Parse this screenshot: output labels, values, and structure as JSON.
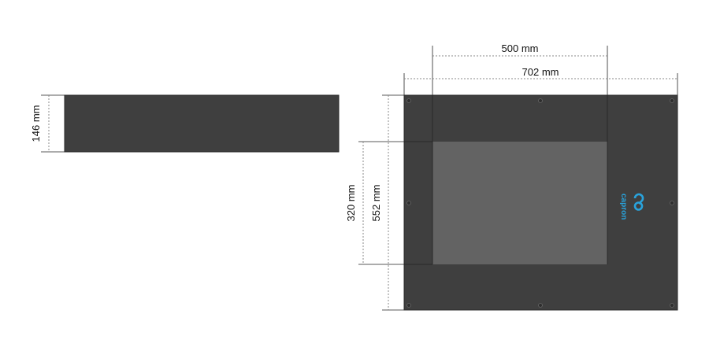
{
  "dimensions": {
    "depth": "146 mm",
    "window_width": "500 mm",
    "total_width": "702 mm",
    "window_height": "320 mm",
    "total_height": "552 mm"
  },
  "logo": {
    "text": "capron",
    "color": "#29a3dc"
  },
  "colors": {
    "housing": "#3f3f3f",
    "window": "#636363"
  }
}
